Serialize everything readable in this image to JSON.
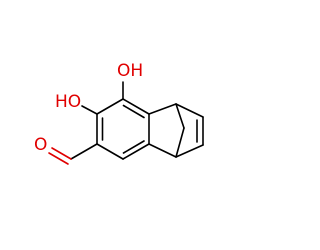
{
  "molecule": {
    "labels": {
      "hydroxyl_top": "OH",
      "hydroxyl_left": "HO",
      "carbonyl_oxygen": "O"
    },
    "colors": {
      "bond": "#000000",
      "heteroatom": "#e00000",
      "background": "#ffffff"
    }
  }
}
